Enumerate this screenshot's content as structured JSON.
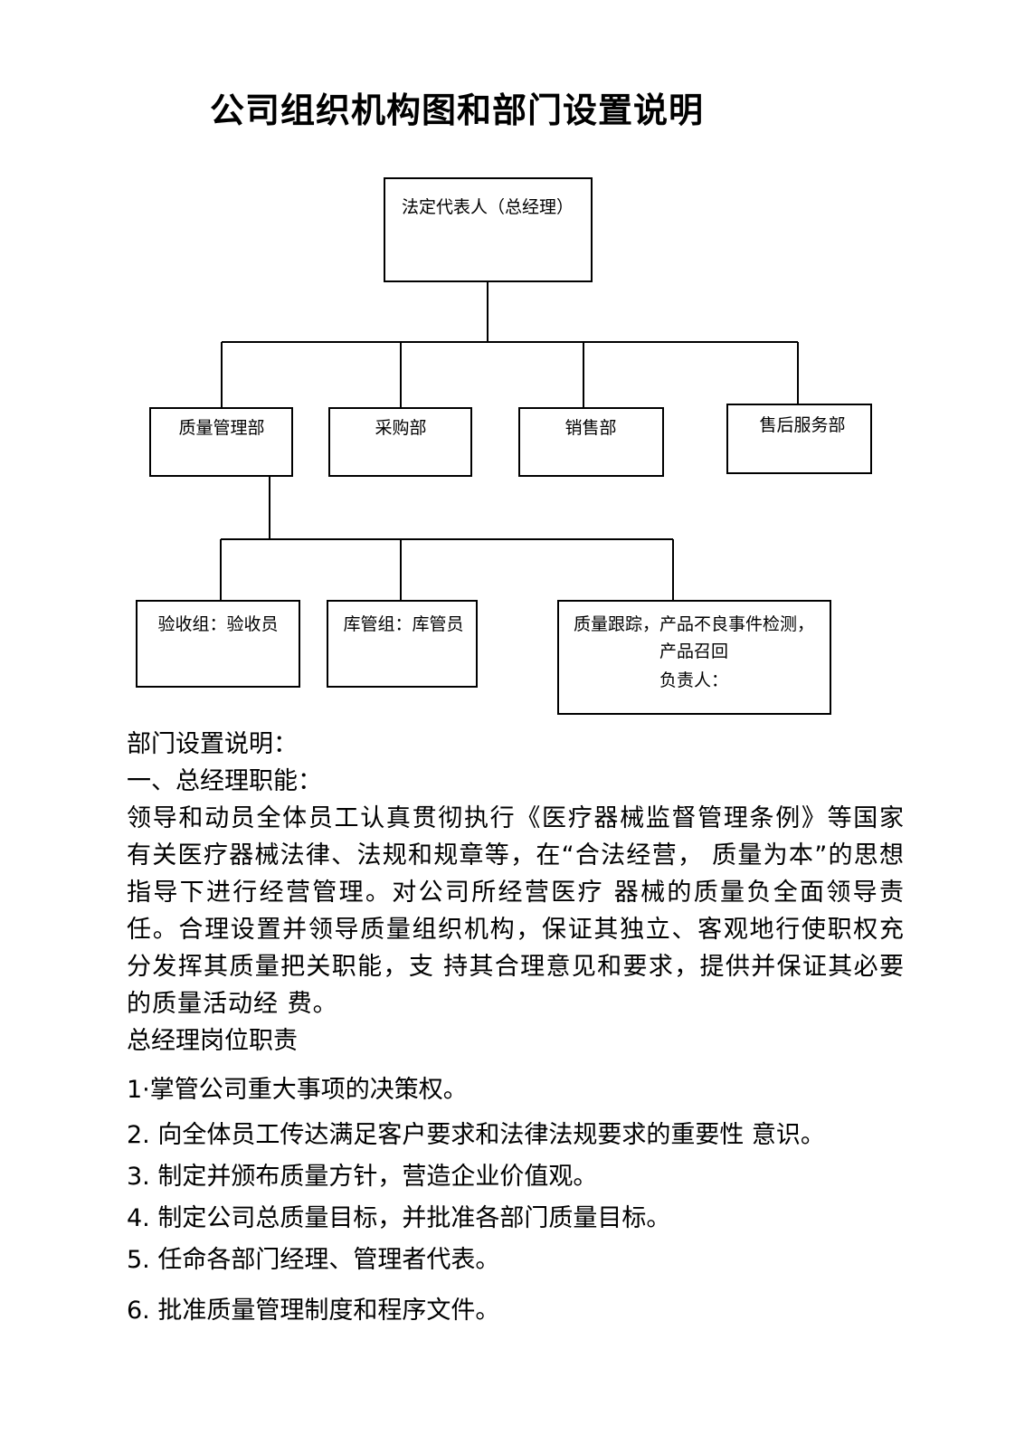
{
  "title": "公司组织机构图和部门设置说明",
  "org_chart": {
    "top": "法定代表人（总经理）",
    "departments": [
      "质量管理部",
      "采购部",
      "销售部",
      "售后服务部"
    ],
    "sub_units": {
      "acceptance": "验收组：验收员",
      "warehouse": "库管组：库管员",
      "tracking_line1": "质量跟踪，产品不良事件检测，",
      "tracking_line2": "产品召回",
      "tracking_line3": "负责人："
    }
  },
  "section": {
    "heading": "部门设置说明：",
    "gm_heading": "一、总经理职能：",
    "gm_paragraph": "领导和动员全体员工认真贯彻执行《医疗器械监督管理条例》等国家有关医疗器械法律、法规和规章等，在“合法经营， 质量为本”的思想指导下进行经营管理。对公司所经营医疗 器械的质量负全面领导责任。合理设置并领导质量组织机构，保证其独立、客观地行使职权充分发挥其质量把关职能，支 持其合理意见和要求，提供并保证其必要的质量活动经 费。",
    "duties_heading": "总经理岗位职责",
    "duties": [
      "1·掌管公司重大事项的决策权。",
      "2. 向全体员工传达满足客户要求和法律法规要求的重要性 意识。",
      "3. 制定并颁布质量方针，营造企业价值观。",
      "4. 制定公司总质量目标，并批准各部门质量目标。",
      "5. 任命各部门经理、管理者代表。",
      "6. 批准质量管理制度和程序文件。"
    ]
  }
}
